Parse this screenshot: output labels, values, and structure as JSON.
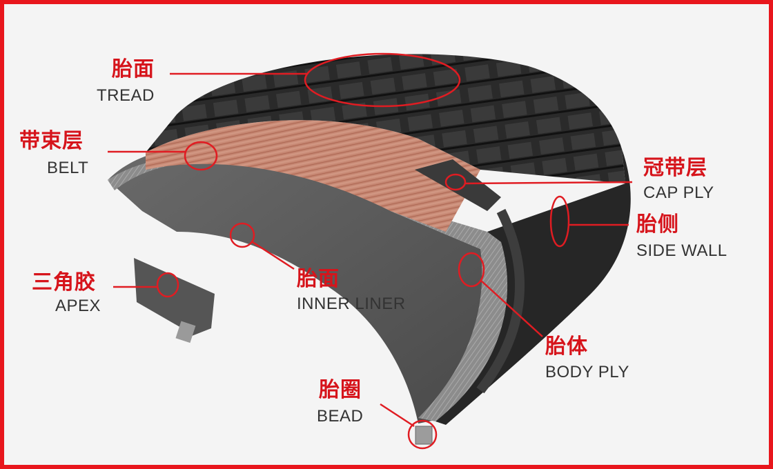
{
  "colors": {
    "frame": "#e8161c",
    "accent": "#d6141b",
    "label_en": "#333333",
    "rubber": "#2b2b2b",
    "belt": "#c98573",
    "ply": "#9a9a9a"
  },
  "labels": {
    "tread": {
      "zh": "胎面",
      "en": "TREAD"
    },
    "belt": {
      "zh": "带束层",
      "en": "BELT"
    },
    "apex": {
      "zh": "三角胶",
      "en": "APEX"
    },
    "inner_liner": {
      "zh": "胎面",
      "en": "INNER LINER"
    },
    "bead": {
      "zh": "胎圈",
      "en": "BEAD"
    },
    "body_ply": {
      "zh": "胎体",
      "en": "BODY PLY"
    },
    "side_wall": {
      "zh": "胎侧",
      "en": "SIDE WALL"
    },
    "cap_ply": {
      "zh": "冠带层",
      "en": "CAP PLY"
    }
  }
}
